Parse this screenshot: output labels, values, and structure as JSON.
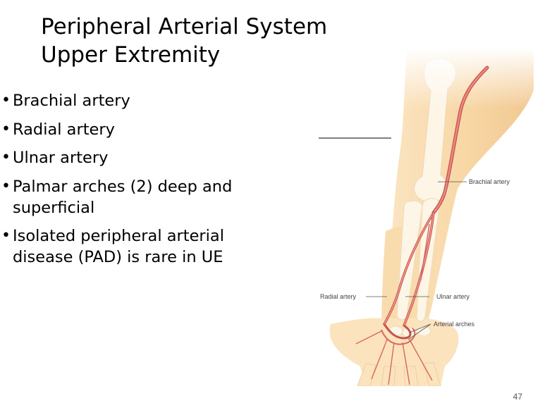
{
  "slide": {
    "title_line1": "Peripheral Arterial System",
    "title_line2": "Upper Extremity",
    "bullets": [
      "Brachial artery",
      "Radial artery",
      "Ulnar artery",
      "Palmar arches (2) deep and superficial",
      "Isolated peripheral arterial disease (PAD) is rare in UE"
    ],
    "page_number": "47"
  },
  "figure": {
    "labels": {
      "brachial": "Brachial artery",
      "radial": "Radial artery",
      "ulnar": "Ulnar artery",
      "arches": "Arterial arches"
    },
    "colors": {
      "skin": "#fbe2b8",
      "skin_dark": "#f4cc95",
      "bone": "#fdf6e8",
      "artery": "#e0736a",
      "artery_dark": "#c2453f"
    }
  }
}
